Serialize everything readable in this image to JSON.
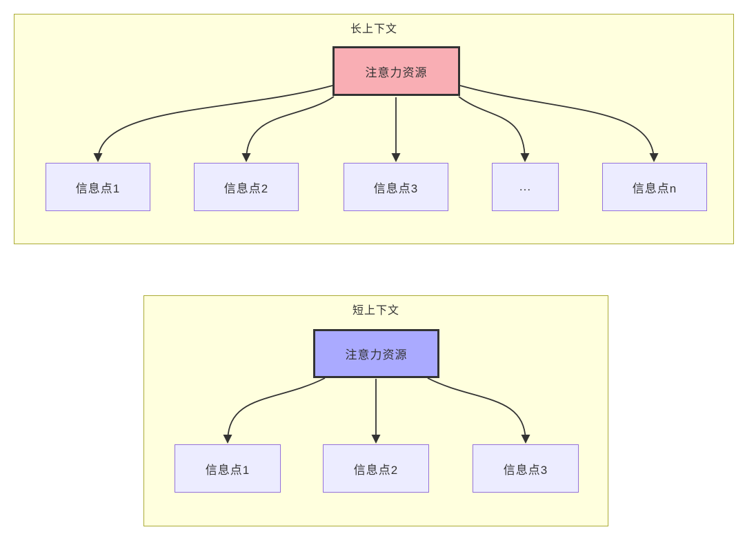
{
  "long_context": {
    "title": "长上下文",
    "attention_label": "注意力资源",
    "attention_fill": "#f9aeb4",
    "nodes": [
      "信息点1",
      "信息点2",
      "信息点3",
      "...",
      "信息点n"
    ]
  },
  "short_context": {
    "title": "短上下文",
    "attention_label": "注意力资源",
    "attention_fill": "#aaaaff",
    "nodes": [
      "信息点1",
      "信息点2",
      "信息点3"
    ]
  },
  "colors": {
    "page_background": "#ffffff",
    "container_fill": "#ffffde",
    "container_border": "#aaaa33",
    "info_node_fill": "#ececff",
    "info_node_border": "#9370db",
    "attention_long_fill": "#f9aeb4",
    "attention_short_fill": "#aaaaff",
    "attention_border": "#333333",
    "arrow_stroke": "#333333",
    "text": "#333333"
  }
}
